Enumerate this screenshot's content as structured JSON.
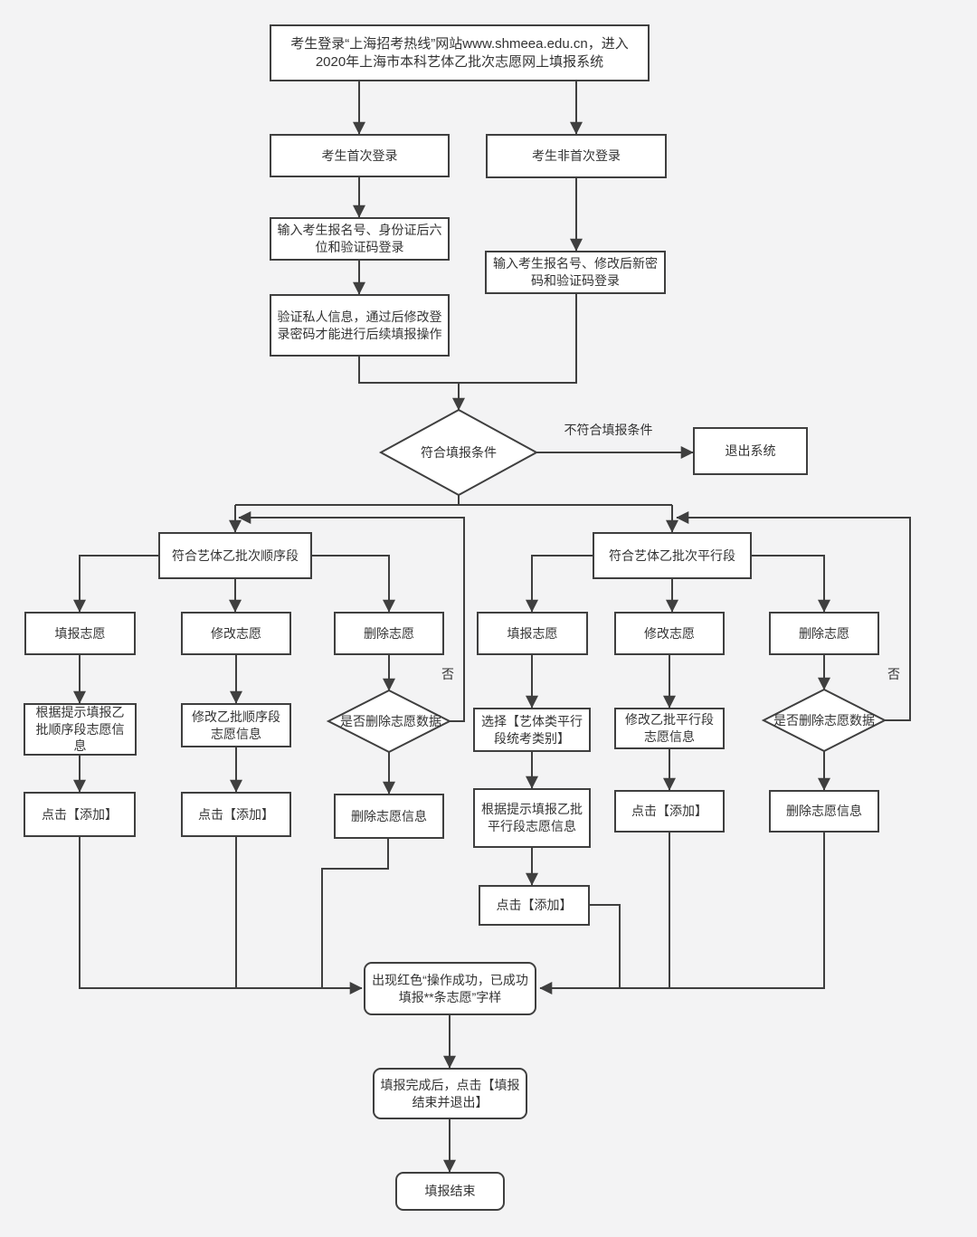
{
  "flowchart": {
    "nodes": {
      "login_entry": "考生登录“上海招考热线”网站www.shmeea.edu.cn，进入2020年上海市本科艺体乙批次志愿网上填报系统",
      "first_login": "考生首次登录",
      "non_first_login": "考生非首次登录",
      "first_login_input": "输入考生报名号、身份证后六位和验证码登录",
      "non_first_login_input": "输入考生报名号、修改后新密码和验证码登录",
      "verify_info": "验证私人信息，通过后修改登录密码才能进行后续填报操作",
      "eligible_check": "符合填报条件",
      "exit_system": "退出系统",
      "seq_header": "符合艺体乙批次顺序段",
      "par_header": "符合艺体乙批次平行段",
      "seq_fill": "填报志愿",
      "seq_modify": "修改志愿",
      "seq_delete": "删除志愿",
      "par_fill": "填报志愿",
      "par_modify": "修改志愿",
      "par_delete": "删除志愿",
      "seq_fill_info": "根据提示填报乙批顺序段志愿信息",
      "seq_modify_info": "修改乙批顺序段志愿信息",
      "seq_delete_check": "是否删除志愿数据",
      "par_select": "选择【艺体类平行段统考类别】",
      "par_modify_info": "修改乙批平行段志愿信息",
      "par_delete_check": "是否删除志愿数据",
      "seq_add": "点击【添加】",
      "seq_modify_add": "点击【添加】",
      "seq_delete_info": "删除志愿信息",
      "par_fill_info": "根据提示填报乙批平行段志愿信息",
      "par_modify_add": "点击【添加】",
      "par_delete_info": "删除志愿信息",
      "par_add": "点击【添加】",
      "success_msg": "出现红色“操作成功，已成功填报**条志愿”字样",
      "finish_click": "填报完成后，点击【填报结束并退出】",
      "finish": "填报结束"
    },
    "edge_labels": {
      "not_eligible": "不符合填报条件",
      "seq_no": "否",
      "par_no": "否"
    },
    "colors": {
      "background": "#f3f3f4",
      "node_fill": "#ffffff",
      "line": "#3f3f3f",
      "text": "#333333"
    }
  }
}
